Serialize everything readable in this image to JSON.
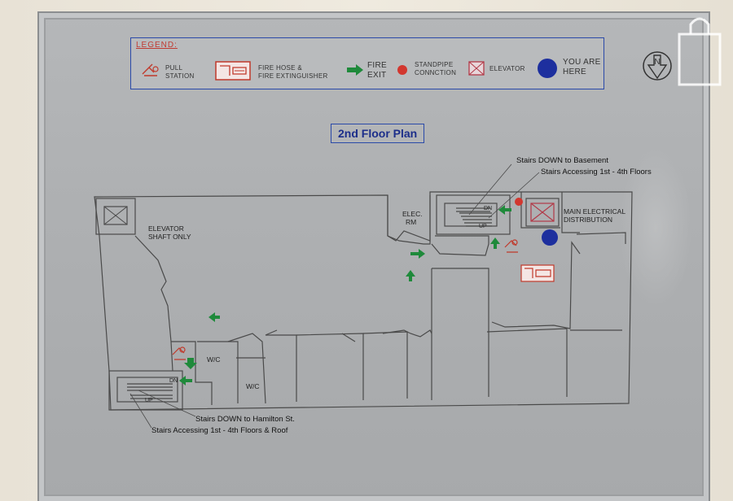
{
  "legend": {
    "title": "LEGEND:",
    "items": [
      {
        "label_1": "PULL",
        "label_2": "STATION",
        "icon": "pull-station-icon",
        "color": "#c0392b"
      },
      {
        "label_1": "FIRE HOSE &",
        "label_2": "FIRE EXTINGUISHER",
        "icon": "fire-hose-icon",
        "color": "#c0392b"
      },
      {
        "label_1": "FIRE",
        "label_2": "EXIT",
        "icon": "fire-exit-arrow-icon",
        "color": "#1f8a3b"
      },
      {
        "label_1": "STANDPIPE",
        "label_2": "CONNCTION",
        "icon": "standpipe-icon",
        "color": "#d2372f"
      },
      {
        "label_1": "ELEVATOR",
        "label_2": "",
        "icon": "elevator-icon",
        "color": "#b23a48"
      },
      {
        "label_1": "YOU ARE",
        "label_2": "HERE",
        "icon": "you-are-here-icon",
        "color": "#1d2f9e"
      }
    ]
  },
  "compass": {
    "letter": "N"
  },
  "plan": {
    "title": "2nd Floor Plan",
    "rooms": {
      "elevator_shaft_1": "ELEVATOR",
      "elevator_shaft_2": "SHAFT ONLY",
      "elec_rm_1": "ELEC.",
      "elec_rm_2": "RM",
      "main_elec_1": "MAIN ELECTRICAL",
      "main_elec_2": "DISTRIBUTION",
      "wc_1": "W/C",
      "wc_2": "W/C",
      "dn_1": "DN",
      "up_1": "UP",
      "dn_2": "DN",
      "up_2": "UP"
    },
    "notes": {
      "stairs_down_basement": "Stairs DOWN to Basement",
      "stairs_access_1_4": "Stairs Accessing 1st - 4th Floors",
      "stairs_down_hamilton": "Stairs DOWN to Hamilton St.",
      "stairs_access_roof": "Stairs Accessing 1st - 4th Floors & Roof"
    }
  },
  "colors": {
    "legend_border": "#2a49a8",
    "exit_green": "#1f8a3b",
    "alarm_red": "#c0392b",
    "you_are_here": "#1d2f9e",
    "wall": "#4a4a4a"
  }
}
